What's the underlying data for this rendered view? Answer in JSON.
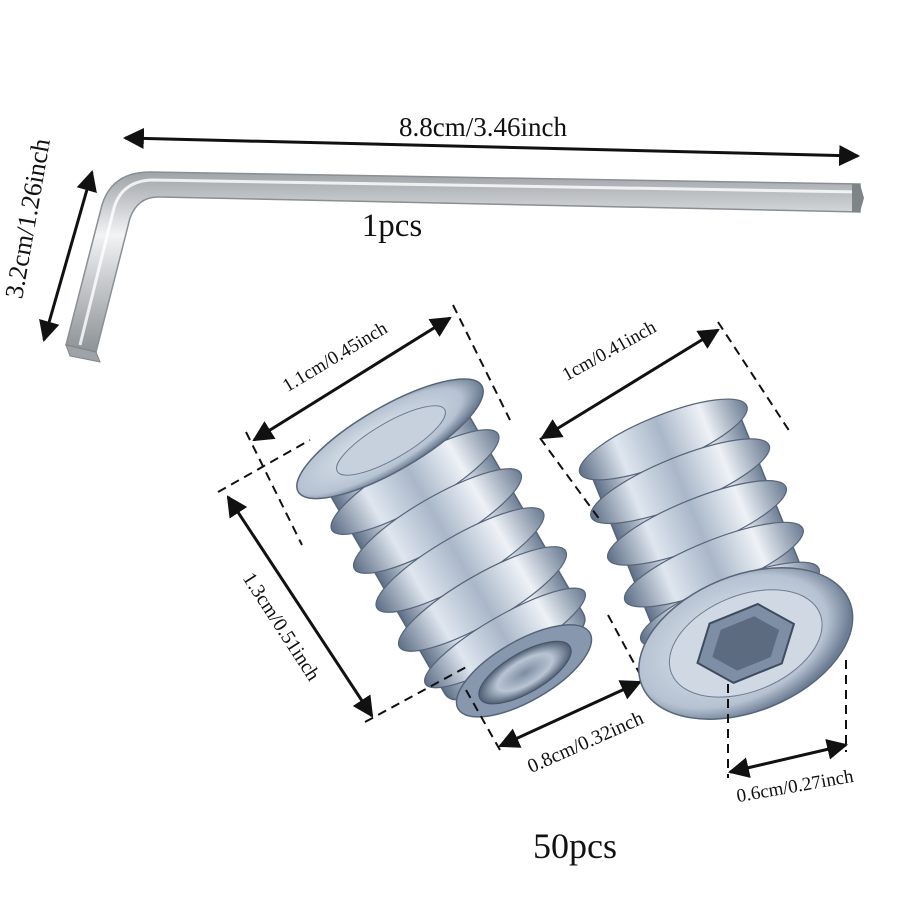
{
  "wrench": {
    "length_label": "8.8cm/3.46inch",
    "height_label": "3.2cm/1.26inch",
    "quantity_label": "1pcs"
  },
  "insert_left": {
    "diameter_label": "1.1cm/0.45inch",
    "length_label": "1.3cm/0.51inch",
    "inner_label": "0.8cm/0.32inch"
  },
  "insert_right": {
    "diameter_label": "1cm/0.41inch",
    "hex_label": "0.6cm/0.27inch"
  },
  "inserts_quantity_label": "50pcs",
  "colors": {
    "metal_light": "#eef2f7",
    "metal_mid": "#a9b7c9",
    "metal_dark": "#5d6e86",
    "wrench_steel": "#c9cccf",
    "ink": "#111111"
  }
}
